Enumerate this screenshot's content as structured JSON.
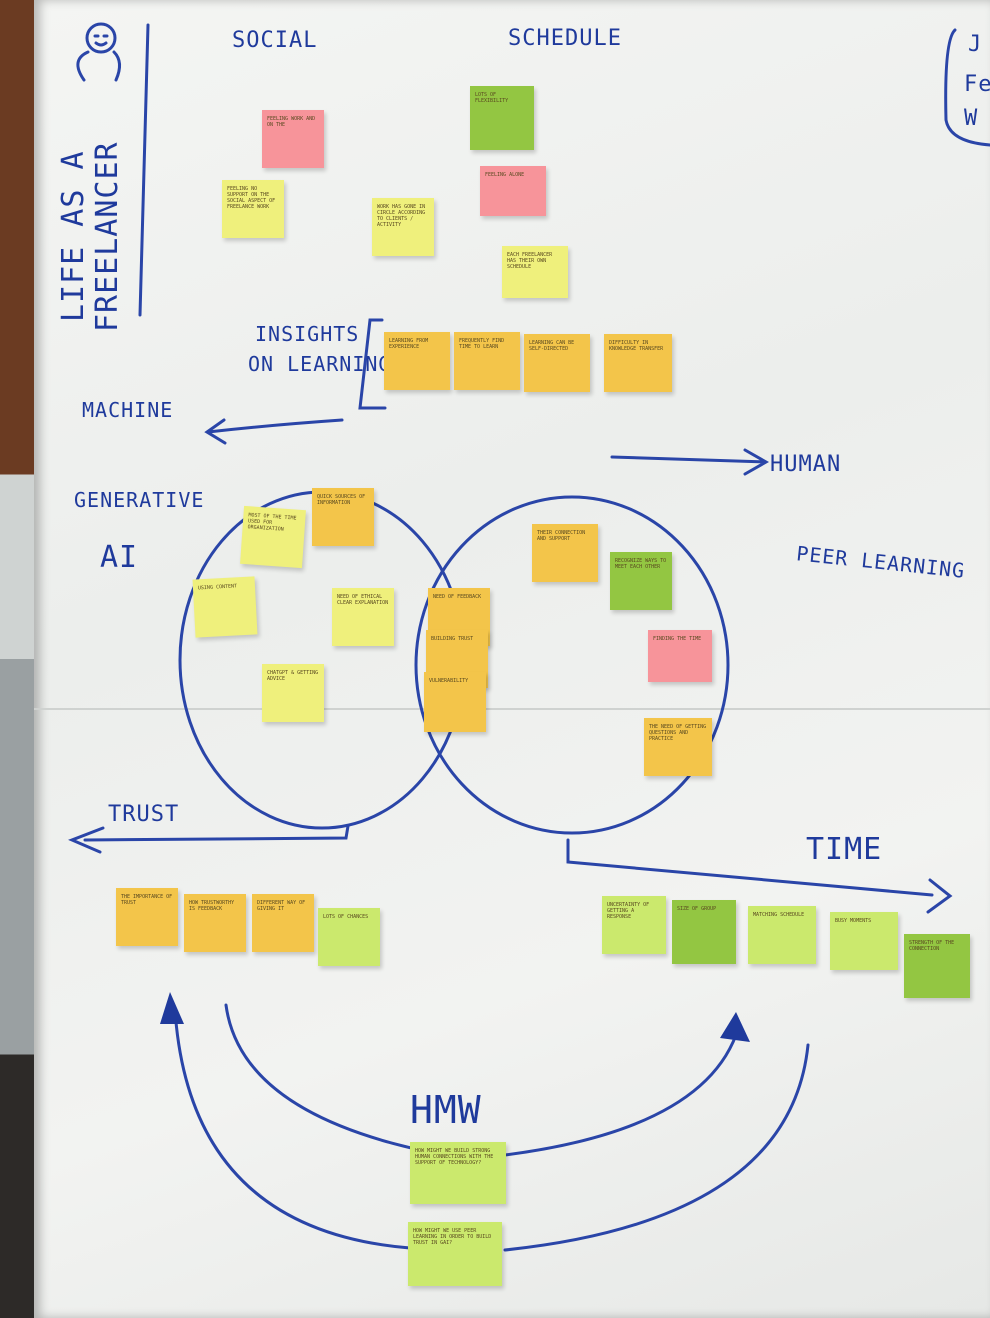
{
  "headings": {
    "title_line1": "LIFE AS A",
    "title_line2": "FREELANCER",
    "social": "SOCIAL",
    "schedule": "SCHEDULE",
    "corner_l1": "J",
    "corner_l2": "Fe",
    "corner_l3": "W",
    "insights_l1": "INSIGHTS",
    "insights_l2": "ON LEARNING",
    "machine": "MACHINE",
    "human": "HUMAN",
    "generative_l1": "GENERATIVE",
    "generative_l2": "AI",
    "peer_learning": "PEER LEARNING",
    "trust": "TRUST",
    "time": "TIME",
    "hmw": "HMW"
  },
  "notes": [
    {
      "text": "Feeling work and on the",
      "color": "pink"
    },
    {
      "text": "Lots of Flexibility",
      "color": "olive"
    },
    {
      "text": "Feeling no support on the social aspect of freelance work",
      "color": "yellow"
    },
    {
      "text": "Work has gone in circle according to clients / activity",
      "color": "yellow"
    },
    {
      "text": "Feeling alone",
      "color": "pink"
    },
    {
      "text": "Each freelancer has their own schedule",
      "color": "yellow"
    },
    {
      "text": "Learning from experience",
      "color": "orange"
    },
    {
      "text": "Frequently find time to learn",
      "color": "orange"
    },
    {
      "text": "Learning can be self-directed",
      "color": "orange"
    },
    {
      "text": "Difficulty in knowledge transfer",
      "color": "orange"
    },
    {
      "text": "Most of the time used for organization",
      "color": "yellow"
    },
    {
      "text": "Quick sources of information",
      "color": "orange"
    },
    {
      "text": "Using content",
      "color": "yellow"
    },
    {
      "text": "Need of ethical clear explanation",
      "color": "yellow"
    },
    {
      "text": "ChatGPT & getting advice",
      "color": "yellow"
    },
    {
      "text": "Need of feedback",
      "color": "orange"
    },
    {
      "text": "Building trust",
      "color": "orange"
    },
    {
      "text": "Vulnerability",
      "color": "orange"
    },
    {
      "text": "Their connection and support",
      "color": "orange"
    },
    {
      "text": "Recognize ways to meet each other",
      "color": "olive"
    },
    {
      "text": "Finding the time",
      "color": "pink"
    },
    {
      "text": "The need of getting questions and practice",
      "color": "orange"
    },
    {
      "text": "The importance of trust",
      "color": "orange"
    },
    {
      "text": "How trustworthy is feedback",
      "color": "orange"
    },
    {
      "text": "Different way of giving it",
      "color": "orange"
    },
    {
      "text": "Lots of chances",
      "color": "lime"
    },
    {
      "text": "Uncertainty of getting a response",
      "color": "lime"
    },
    {
      "text": "Size of group",
      "color": "olive"
    },
    {
      "text": "Matching schedule",
      "color": "lime"
    },
    {
      "text": "Busy moments",
      "color": "lime"
    },
    {
      "text": "Strength of the connection",
      "color": "olive"
    },
    {
      "text": "How might we build strong human connections with the support of technology?",
      "color": "lime"
    },
    {
      "text": "How might we use peer learning in order to build trust in GAI?",
      "color": "lime"
    }
  ]
}
